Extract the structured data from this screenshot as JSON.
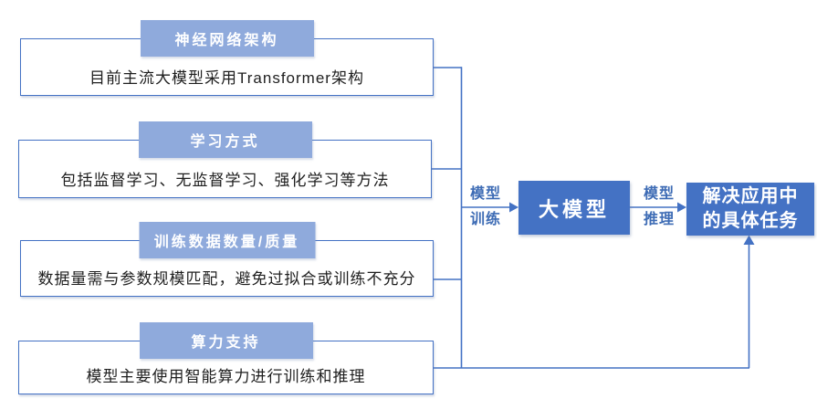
{
  "diagram": {
    "factors": [
      {
        "title": "神经网络架构",
        "description": "目前主流大模型采用Transformer架构"
      },
      {
        "title": "学习方式",
        "description": "包括监督学习、无监督学习、强化学习等方法"
      },
      {
        "title": "训练数据数量/质量",
        "description": "数据量需与参数规模匹配，避免过拟合或训练不充分"
      },
      {
        "title": "算力支持",
        "description": "模型主要使用智能算力进行训练和推理"
      }
    ],
    "flow": {
      "training_label": {
        "line1": "模型",
        "line2": "训练"
      },
      "inference_label": {
        "line1": "模型",
        "line2": "推理"
      },
      "model_box": "大模型",
      "task_box": {
        "line1": "解决应用中",
        "line2": "的具体任务"
      }
    },
    "colors": {
      "solid_box_blue": "#4472C4",
      "tab_light_blue": "#8FAADC",
      "connector_blue": "#4472C4",
      "flow_label_blue": "#3E6CB5",
      "body_text": "#1f1f1f",
      "box_text": "#ffffff",
      "background": "#ffffff"
    }
  }
}
